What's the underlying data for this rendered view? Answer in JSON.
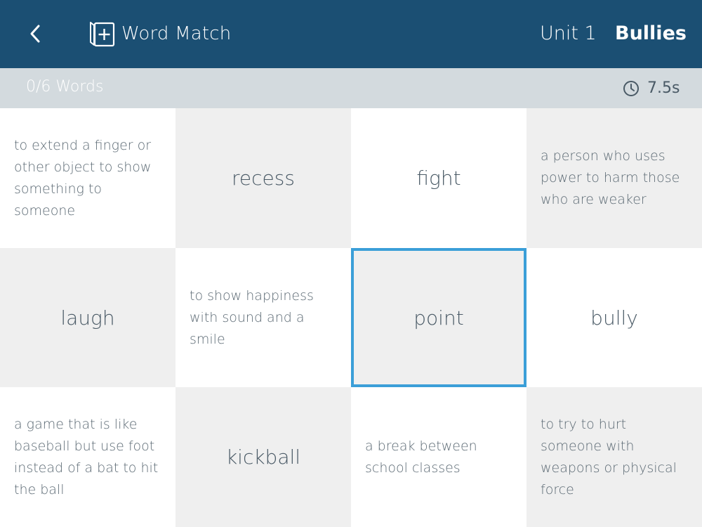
{
  "header": {
    "title": "Word Match",
    "unit": "Unit 1",
    "topic": "Bullies",
    "icons": {
      "back": "chevron-left-icon",
      "app": "flashcard-add-icon"
    },
    "background_color": "#1b4f73"
  },
  "status": {
    "progress": "0/6 Words",
    "timer": "7.5s",
    "timer_icon": "clock-icon",
    "background_color": "#d3dade"
  },
  "cards": [
    {
      "text": "to extend a finger or other object to show something to someone",
      "kind": "definition",
      "selected": false
    },
    {
      "text": "recess",
      "kind": "word",
      "selected": false
    },
    {
      "text": "fight",
      "kind": "word",
      "selected": false
    },
    {
      "text": "a person who uses power to harm those who are weaker",
      "kind": "definition",
      "selected": false
    },
    {
      "text": "laugh",
      "kind": "word",
      "selected": false
    },
    {
      "text": "to show happiness with sound and a smile",
      "kind": "definition",
      "selected": false
    },
    {
      "text": "point",
      "kind": "word",
      "selected": true
    },
    {
      "text": "bully",
      "kind": "word",
      "selected": false
    },
    {
      "text": "a game that is like baseball but use foot instead of a bat to hit the ball",
      "kind": "definition",
      "selected": false
    },
    {
      "text": "kickball",
      "kind": "word",
      "selected": false
    },
    {
      "text": "a break between school classes",
      "kind": "definition",
      "selected": false
    },
    {
      "text": "to try to hurt someone with weapons or physical force",
      "kind": "definition",
      "selected": false
    }
  ],
  "colors": {
    "selected_border": "#3b9fd8",
    "card_grey": "#efefef",
    "card_white": "#ffffff",
    "text": "#4a5a66"
  }
}
